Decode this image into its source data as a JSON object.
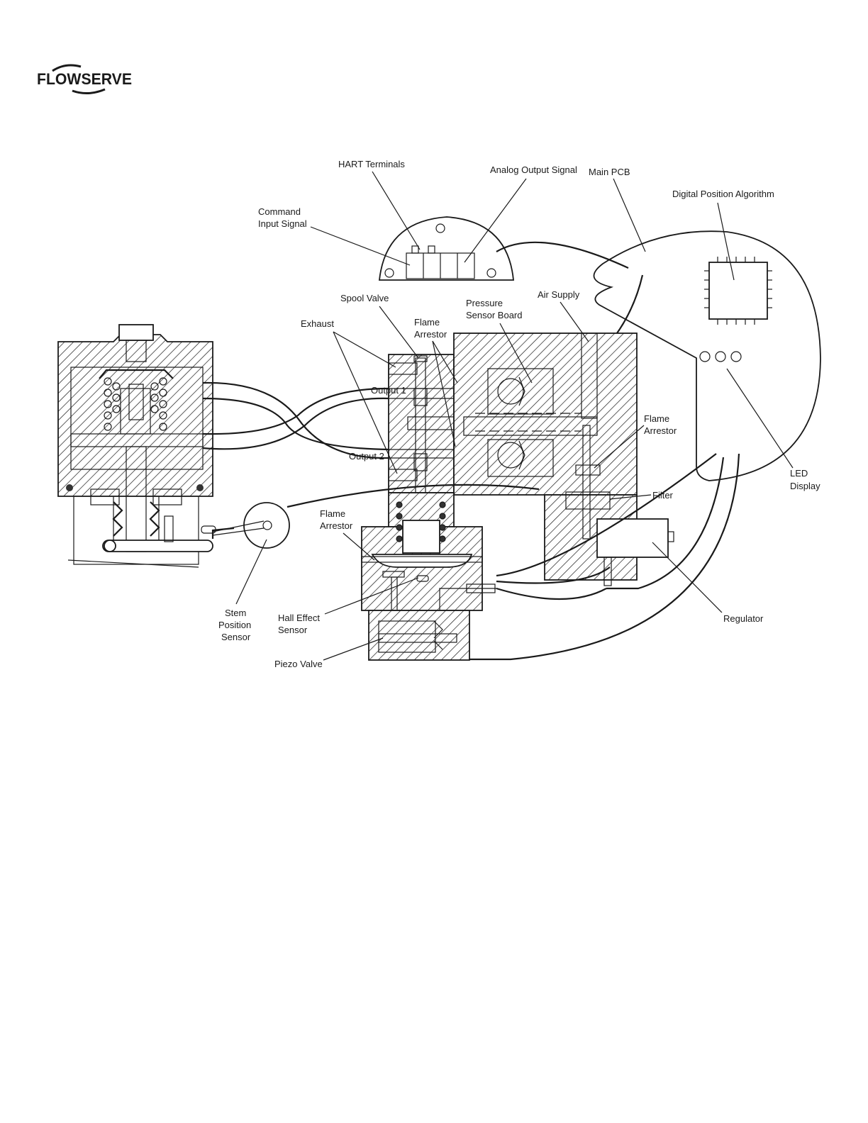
{
  "brand": {
    "name": "FLOWSERVE",
    "color": "#1a1a1a"
  },
  "diagram": {
    "labels": {
      "hart_terminals": "HART Terminals",
      "analog_output_signal": "Analog Output Signal",
      "main_pcb": "Main PCB",
      "digital_position_algorithm": "Digital Position Algorithm",
      "command_input_signal_1": "Command",
      "command_input_signal_2": "Input Signal",
      "spool_valve": "Spool Valve",
      "air_supply": "Air Supply",
      "pressure_sensor_board_1": "Pressure",
      "pressure_sensor_board_2": "Sensor Board",
      "flame_arrestor_top_1": "Flame",
      "flame_arrestor_top_2": "Arrestor",
      "exhaust": "Exhaust",
      "output_1": "Output 1",
      "output_2": "Output 2",
      "flame_arrestor_right_1": "Flame",
      "flame_arrestor_right_2": "Arrestor",
      "led_display_1": "LED",
      "led_display_2": "Display",
      "filter": "Filter",
      "flame_arrestor_bottom_1": "Flame",
      "flame_arrestor_bottom_2": "Arrestor",
      "stem_position_sensor_1": "Stem",
      "stem_position_sensor_2": "Position",
      "stem_position_sensor_3": "Sensor",
      "hall_effect_sensor_1": "Hall Effect",
      "hall_effect_sensor_2": "Sensor",
      "regulator": "Regulator",
      "piezo_valve": "Piezo Valve"
    }
  }
}
